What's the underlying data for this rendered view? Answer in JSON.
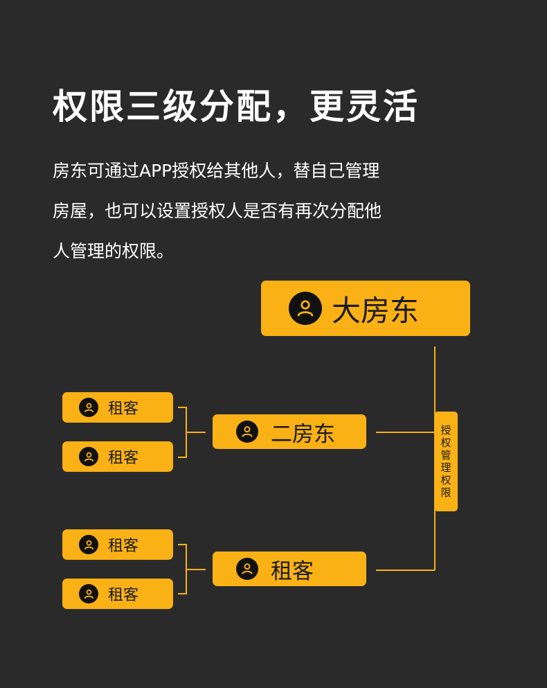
{
  "header": {
    "title": "权限三级分配，更灵活",
    "description_lines": [
      "房东可通过APP授权给其他人，替自己管理",
      "房屋，也可以设置授权人是否有再次分配他",
      "人管理的权限。"
    ]
  },
  "diagram": {
    "top_node": {
      "label": "大房东",
      "icon": "user-icon"
    },
    "mid_nodes": [
      {
        "label": "二房东",
        "icon": "user-icon"
      },
      {
        "label": "租客",
        "icon": "user-icon"
      }
    ],
    "leaf_nodes": [
      {
        "label": "租客",
        "icon": "user-icon"
      },
      {
        "label": "租客",
        "icon": "user-icon"
      },
      {
        "label": "租客",
        "icon": "user-icon"
      },
      {
        "label": "租客",
        "icon": "user-icon"
      }
    ],
    "connector_label": "授权管理权限"
  },
  "colors": {
    "background": "#2a2a2a",
    "accent": "#f9b116",
    "icon_fill": "#111111"
  }
}
